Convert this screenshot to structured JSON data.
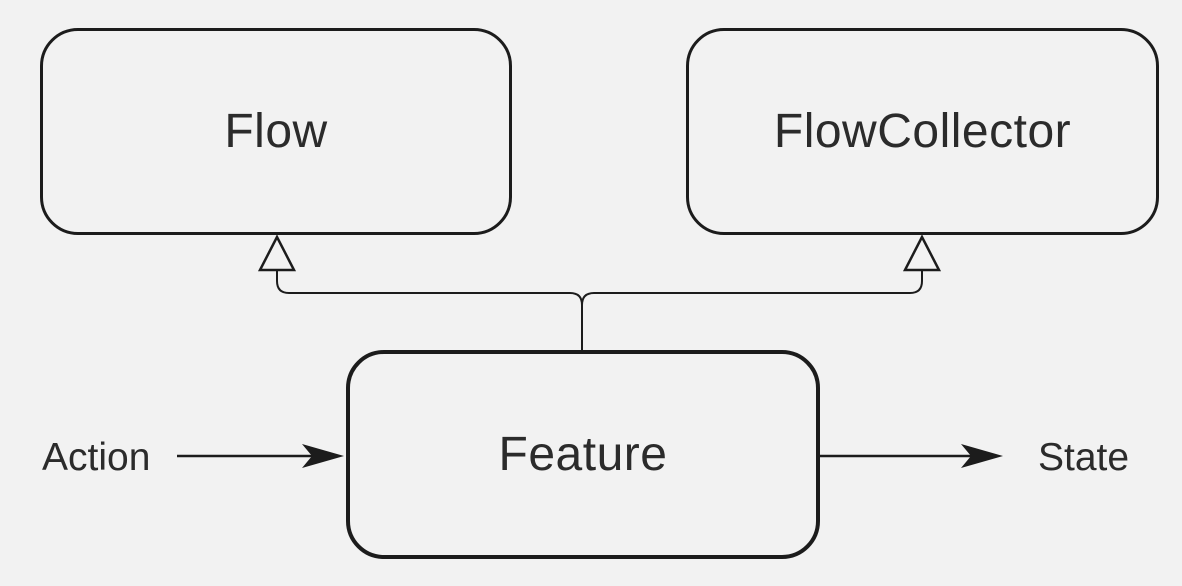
{
  "nodes": {
    "flow": {
      "label": "Flow"
    },
    "flow_collector": {
      "label": "FlowCollector"
    },
    "feature": {
      "label": "Feature"
    }
  },
  "io": {
    "action": "Action",
    "state": "State"
  },
  "edges": [
    {
      "from": "feature",
      "to": "flow",
      "type": "inheritance",
      "arrowhead": "hollow-triangle"
    },
    {
      "from": "feature",
      "to": "flow_collector",
      "type": "inheritance",
      "arrowhead": "hollow-triangle"
    },
    {
      "from": "action",
      "to": "feature",
      "type": "input-arrow",
      "arrowhead": "solid"
    },
    {
      "from": "feature",
      "to": "state",
      "type": "output-arrow",
      "arrowhead": "solid"
    }
  ],
  "colors": {
    "background": "#f2f2f2",
    "stroke": "#1c1c1c",
    "text": "#2b2b2b"
  }
}
